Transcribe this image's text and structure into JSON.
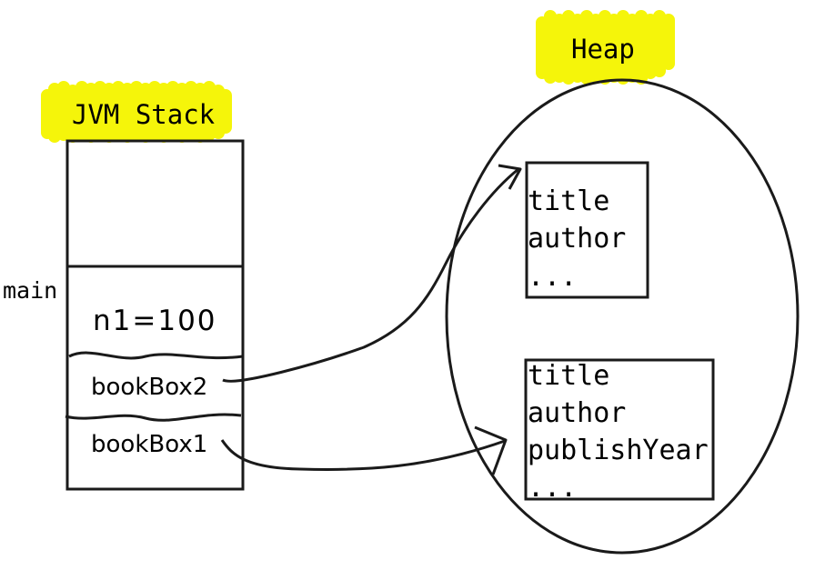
{
  "stack": {
    "title": "JVM Stack",
    "frame_label": "main",
    "handwritten_value": "n1=100",
    "vars": [
      "bookBox2",
      "bookBox1"
    ]
  },
  "heap": {
    "title": "Heap",
    "object1": {
      "fields": [
        "title",
        "author",
        "..."
      ]
    },
    "object2": {
      "fields": [
        "title",
        "author",
        "publishYear",
        "..."
      ]
    }
  },
  "colors": {
    "highlight": "#f5f50a",
    "stroke": "#1a1a1a"
  }
}
